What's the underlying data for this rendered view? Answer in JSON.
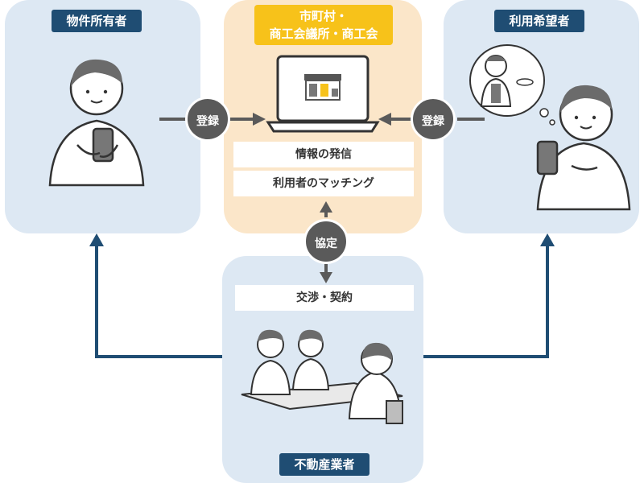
{
  "owner": {
    "label": "物件所有者"
  },
  "municipality": {
    "label_line1": "市町村・",
    "label_line2": "商工会議所・商工会",
    "box1": "情報の発信",
    "box2": "利用者のマッチング"
  },
  "applicant": {
    "label": "利用希望者"
  },
  "realtor": {
    "label": "不動産業者",
    "box": "交渉・契約"
  },
  "arrows": {
    "left": "登録",
    "right": "登録",
    "center": "協定"
  },
  "colors": {
    "panel_blue": "#dde8f3",
    "panel_peach": "#fbe6c9",
    "navy": "#1f4d73",
    "accent_yellow": "#f7c21a",
    "connector_gray": "#5a5a5a"
  }
}
